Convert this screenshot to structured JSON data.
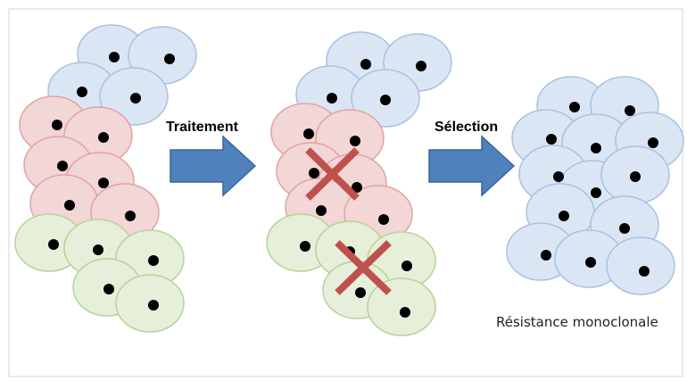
{
  "labels": {
    "treatment": "Traitement",
    "selection": "Sélection",
    "result": "Résistance monoclonale"
  },
  "colors": {
    "blue_fill": "#dbe6f4",
    "blue_stroke": "#a9c1e2",
    "red_fill": "#f3d6d6",
    "red_stroke": "#e1a3a3",
    "green_fill": "#e6efd9",
    "green_stroke": "#b9d29a",
    "arrow_fill": "#4f81bd",
    "arrow_stroke": "#3a659a",
    "cross": "#c0504d",
    "nucleus": "#000000"
  }
}
